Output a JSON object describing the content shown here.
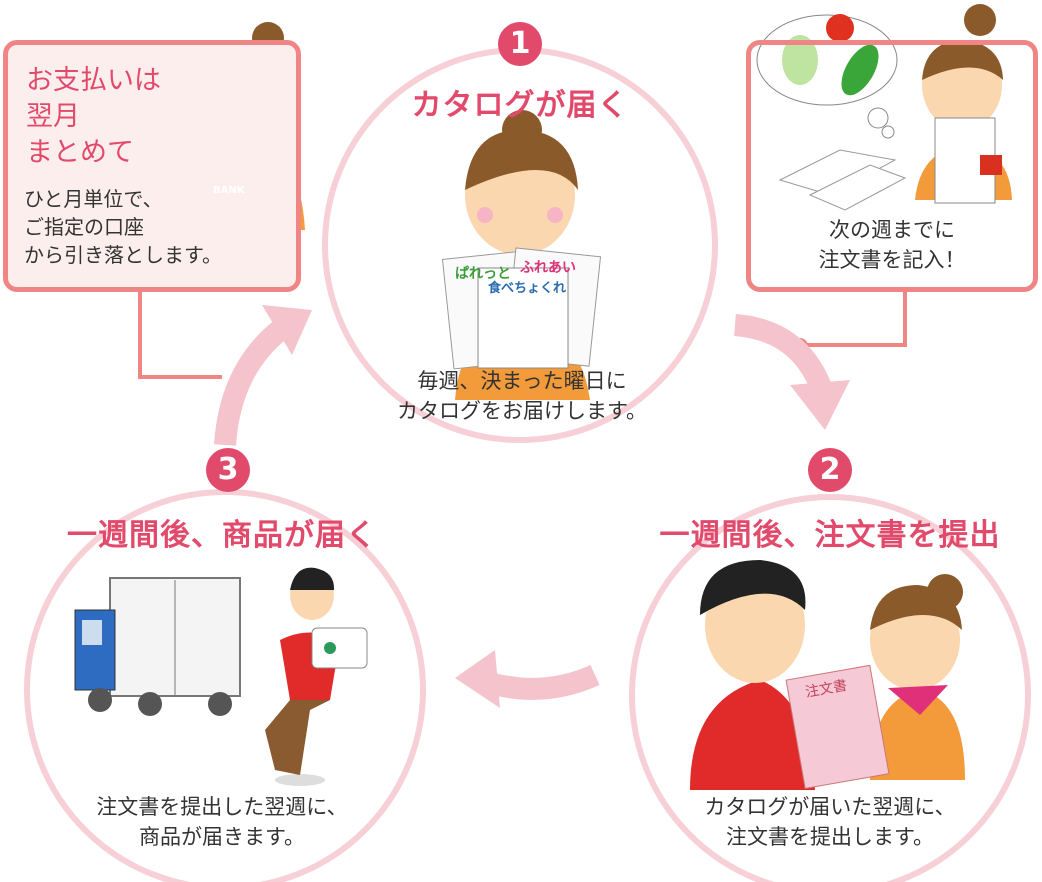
{
  "colors": {
    "accent": "#e24a6c",
    "circle": "#f7cfd6",
    "box_border": "#ef8585",
    "box_fill": "#fdeeee",
    "arrow": "#f5c3cc"
  },
  "steps": [
    {
      "number": "1",
      "title": "カタログが届く",
      "desc": [
        "毎週、決まった曜日に",
        "カタログをお届けします。"
      ]
    },
    {
      "number": "2",
      "title": "一週間後、注文書を提出",
      "desc": [
        "カタログが届いた翌週に、",
        "注文書を提出します。"
      ]
    },
    {
      "number": "3",
      "title": "一週間後、商品が届く",
      "desc": [
        "注文書を提出した翌週に、",
        "商品が届きます。"
      ]
    }
  ],
  "payment_box": {
    "heading": [
      "お支払いは",
      "翌月",
      "まとめて"
    ],
    "text": [
      "ひと月単位で、",
      "ご指定の口座",
      "から引き落とします。"
    ],
    "bank_label": "BANK"
  },
  "order_box": {
    "text": [
      "次の週までに",
      "注文書を記入！"
    ]
  },
  "catalog_labels": [
    "ぱれっと",
    "ふれあい",
    "食べちょくれ"
  ],
  "order_form_label": "注文書"
}
